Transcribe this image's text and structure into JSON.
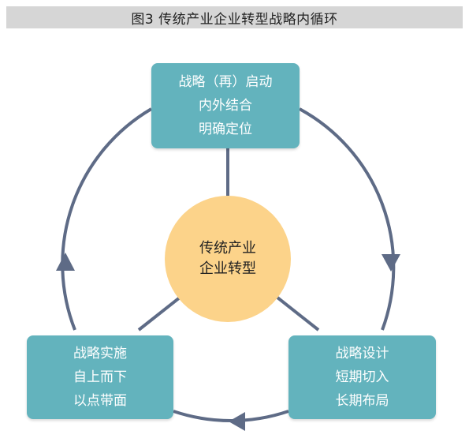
{
  "figure": {
    "title": "图3  传统产业企业转型战略内循环"
  },
  "center": {
    "lines": [
      "传统产业",
      "企业转型"
    ]
  },
  "stages": {
    "top": {
      "lines": [
        "战略（再）启动",
        "内外结合",
        "明确定位"
      ]
    },
    "right": {
      "lines": [
        "战略设计",
        "短期切入",
        "长期布局"
      ]
    },
    "left": {
      "lines": [
        "战略实施",
        "自上而下",
        "以点带面"
      ]
    }
  },
  "colors": {
    "box": "#63b3bd",
    "center": "#fcd38a",
    "cycle_line": "#5e6b86",
    "title_bar": "#d6d6d6"
  }
}
